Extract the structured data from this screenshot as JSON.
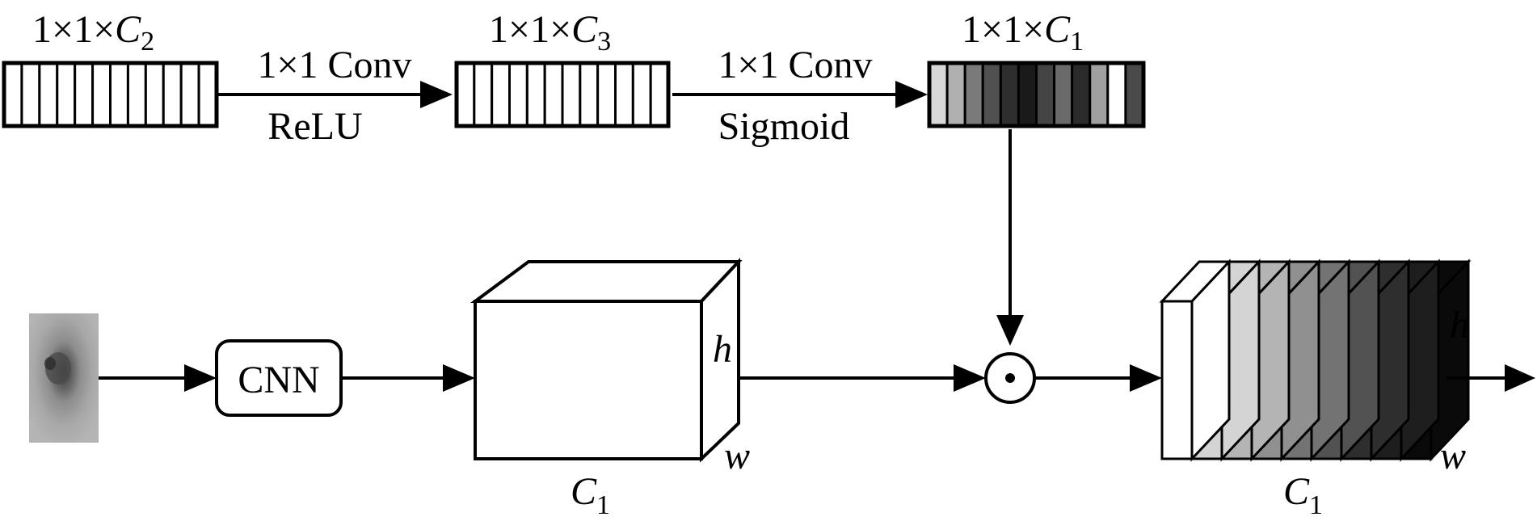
{
  "top_row": {
    "vector_c2": {
      "base": "1×1×",
      "var": "C",
      "sub": "2"
    },
    "vector_c3": {
      "base": "1×1×",
      "var": "C",
      "sub": "3"
    },
    "vector_c1": {
      "base": "1×1×",
      "var": "C",
      "sub": "1"
    },
    "op1": {
      "line1": "1×1 Conv",
      "line2": "ReLU"
    },
    "op2": {
      "line1": "1×1 Conv",
      "line2": "Sigmoid"
    },
    "weight_colors": [
      "#d8d8d8",
      "#b0b0b0",
      "#7a7a7a",
      "#505050",
      "#2e2e2e",
      "#1a1a1a",
      "#444444",
      "#6a6a6a",
      "#2a2a2a",
      "#a0a0a0",
      "#ffffff",
      "#4a4a4a"
    ]
  },
  "bottom_row": {
    "cnn_label": "CNN",
    "feature_map": {
      "h": "h",
      "w": "w",
      "c_var": "C",
      "c_sub": "1"
    },
    "multiply_symbol": "⊙",
    "output_map": {
      "h": "h",
      "w": "w",
      "c_var": "C",
      "c_sub": "1"
    },
    "slice_colors": [
      "#ffffff",
      "#d4d4d4",
      "#b4b4b4",
      "#909090",
      "#737373",
      "#525252",
      "#2e2e2e",
      "#1e1e1e",
      "#0a0a0a"
    ]
  }
}
